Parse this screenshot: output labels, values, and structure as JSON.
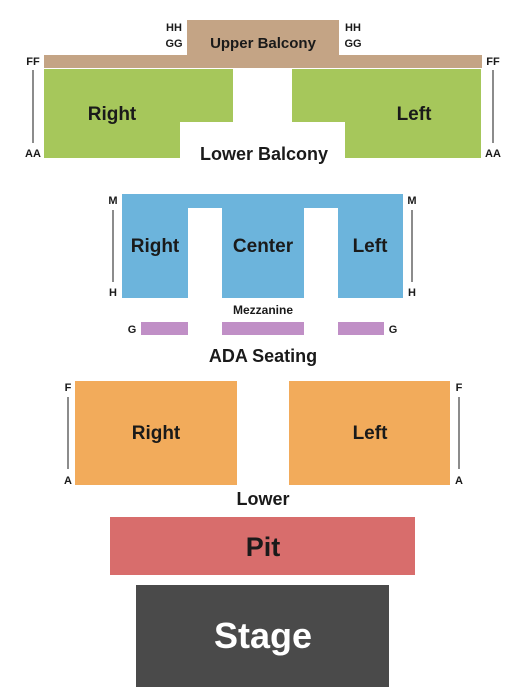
{
  "colors": {
    "upper_balcony": "#c4a485",
    "lower_balcony": "#a6c75b",
    "mezzanine": "#6cb4dc",
    "ada": "#c08fc6",
    "lower": "#f2ab5b",
    "pit": "#d86d6c",
    "stage": "#4a4a4a",
    "stage_text": "#ffffff"
  },
  "upper_balcony": {
    "label": "Upper Balcony",
    "rows": {
      "hh": "HH",
      "gg": "GG"
    }
  },
  "lower_balcony": {
    "label": "Lower Balcony",
    "right": "Right",
    "left": "Left",
    "rows": {
      "top": "FF",
      "bottom": "AA"
    }
  },
  "mezzanine": {
    "label": "Mezzanine",
    "right": "Right",
    "center": "Center",
    "left": "Left",
    "rows": {
      "top": "M",
      "bottom": "H"
    }
  },
  "ada": {
    "label": "ADA Seating",
    "row": "G"
  },
  "lower": {
    "label": "Lower",
    "right": "Right",
    "left": "Left",
    "rows": {
      "top": "F",
      "bottom": "A"
    }
  },
  "pit": {
    "label": "Pit"
  },
  "stage": {
    "label": "Stage"
  }
}
